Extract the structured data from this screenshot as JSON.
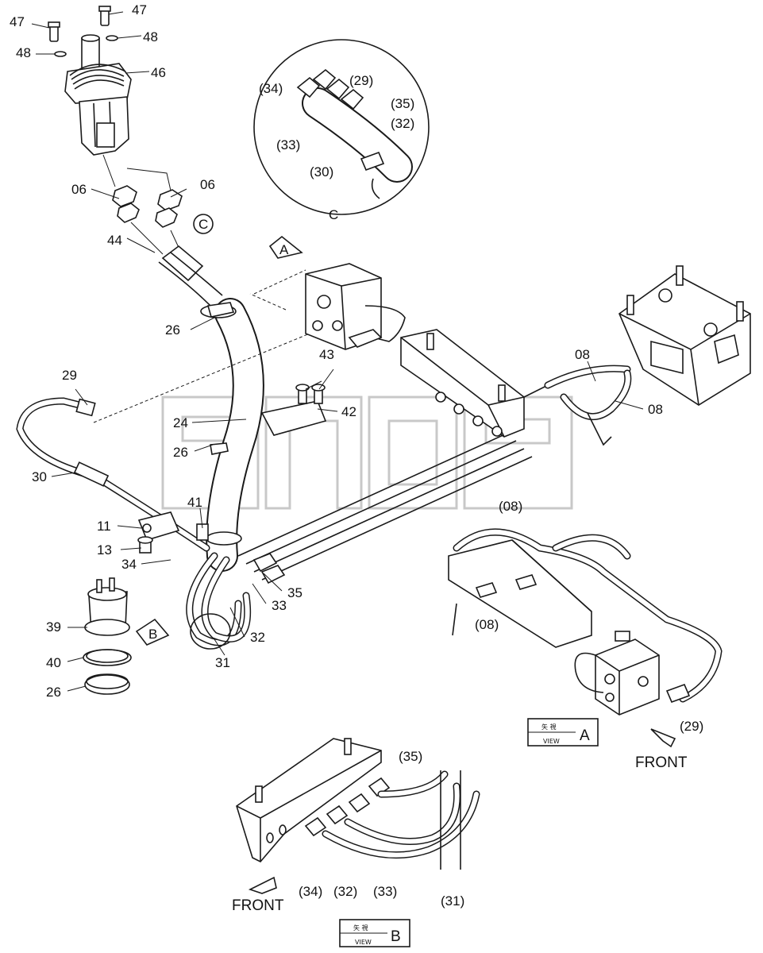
{
  "labels": {
    "p47a": "47",
    "p47b": "47",
    "p48a": "48",
    "p48b": "48",
    "p46": "46",
    "p06a": "06",
    "p06b": "06",
    "p44": "44",
    "pC": "C",
    "pA": "A",
    "p26a": "26",
    "p43": "43",
    "p42": "42",
    "p29": "29",
    "p24": "24",
    "p26b": "26",
    "p30": "30",
    "p41": "41",
    "p11": "11",
    "p13": "13",
    "p34": "34",
    "p35": "35",
    "p33": "33",
    "p39": "39",
    "pB": "B",
    "p32": "32",
    "p31": "31",
    "p40": "40",
    "p26c": "26",
    "p08a": "08",
    "p08b": "08",
    "d34": "(34)",
    "d29": "(29)",
    "d35": "(35)",
    "d32": "(32)",
    "d33": "(33)",
    "d30": "(30)",
    "dC": "C",
    "v08a": "(08)",
    "v08b": "(08)",
    "v29": "(29)",
    "front1": "FRONT",
    "b35": "(35)",
    "b34": "(34)",
    "b32": "(32)",
    "b33": "(33)",
    "b31": "(31)",
    "front2": "FRONT"
  },
  "view_a": {
    "kanji": "矢 視",
    "view": "VIEW",
    "letter": "A"
  },
  "view_b": {
    "kanji": "矢 視",
    "view": "VIEW",
    "letter": "B"
  }
}
